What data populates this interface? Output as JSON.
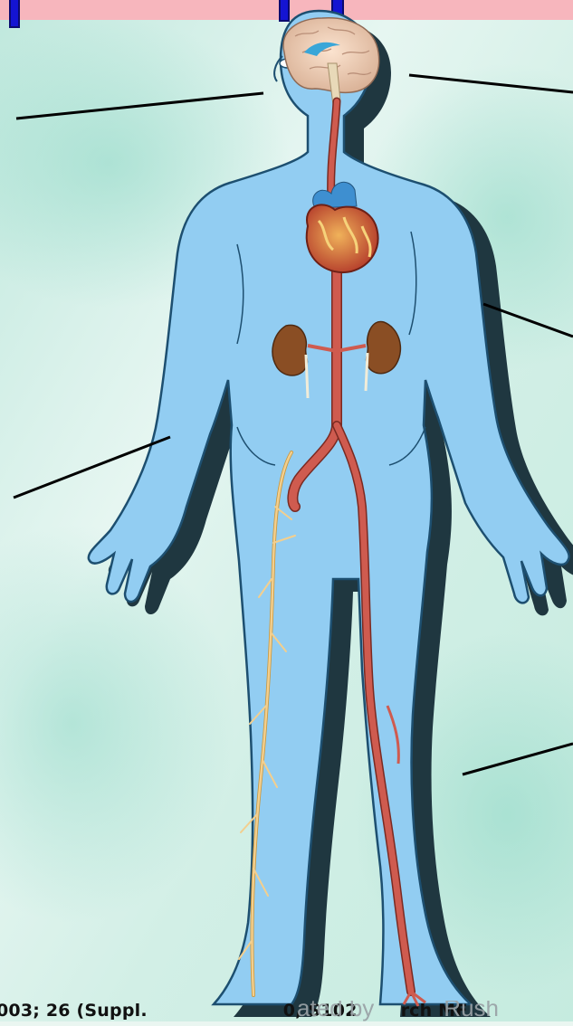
{
  "slide": {
    "header_band_color": "#f7b6bd",
    "marker_color": "#1414d2",
    "skin_color": "#92cdf2",
    "shadow_color": "#1f3740",
    "artery_color": "#cf5b4f",
    "nerve_color": "#f3cf8e",
    "kidney_color": "#8a4e24"
  },
  "caption": {
    "citation_text": "003; 26 (Suppl.",
    "citation_text_2": "0, S102",
    "citation_text_3": "rch MF",
    "watermark_1": "ated by",
    "watermark_2": "Rush"
  }
}
